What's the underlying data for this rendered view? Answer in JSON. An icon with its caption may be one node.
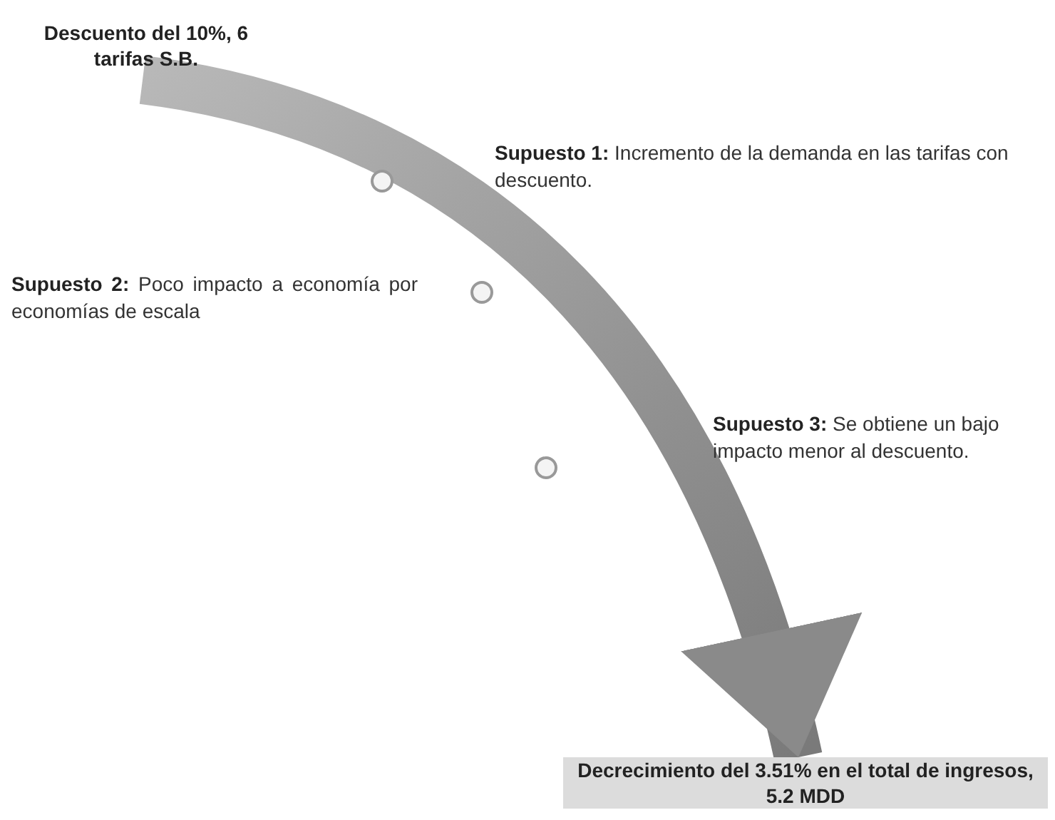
{
  "diagram": {
    "nodes": [
      {
        "text": [
          "Descuento del 10%, 6 tarifas S.B."
        ]
      },
      {
        "text": [
          "Decrecimiento del 3.51% en el total de ingresos, 5.2 MDD"
        ]
      }
    ],
    "edges": [
      {
        "from": 0,
        "to": 1,
        "arrow": "to",
        "style": "thick"
      }
    ],
    "labels": [
      "**Supuesto 1:** Incremento de la demanda en las tarifas con descuento.",
      "**Supuesto 2:** Poco impacto a economía por economías de escala",
      "**Supuesto 3:** Se obtiene un bajo impacto menor al descuento."
    ]
  }
}
